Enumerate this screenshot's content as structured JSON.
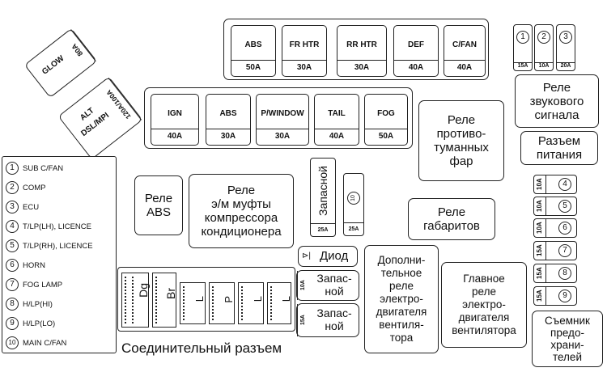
{
  "top_fuses": [
    {
      "name": "ABS",
      "amp": "50A"
    },
    {
      "name": "FR HTR",
      "amp": "30A"
    },
    {
      "name": "RR HTR",
      "amp": "30A"
    },
    {
      "name": "DEF",
      "amp": "40A"
    },
    {
      "name": "C/FAN",
      "amp": "40A"
    }
  ],
  "mid_fuses": [
    {
      "name": "IGN",
      "amp": "40A"
    },
    {
      "name": "ABS",
      "amp": "30A"
    },
    {
      "name": "P/WINDOW",
      "amp": "30A"
    },
    {
      "name": "TAIL",
      "amp": "40A"
    },
    {
      "name": "FOG",
      "amp": "50A"
    }
  ],
  "glow": {
    "name": "GLOW",
    "amp": "80A"
  },
  "alt": {
    "name_line1": "ALT",
    "name_line2": "DSL/MPI",
    "amp": "120A/100A"
  },
  "top_right_fuses": [
    {
      "num": "1",
      "amp": "15A"
    },
    {
      "num": "2",
      "amp": "10A"
    },
    {
      "num": "3",
      "amp": "20A"
    }
  ],
  "relays": {
    "horn": "Реле\nзвукового\nсигнала",
    "fog": "Реле\nпротиво-\nтуманных\nфар",
    "power_connector": "Разъем\nпитания",
    "abs": "Реле\nABS",
    "compressor": "Реле\nэ/м муфты\nкомпрессора\nкондиционера",
    "side_lights": "Реле\nгабаритов",
    "diode": "Диод",
    "spare1": "Запас-\nной",
    "spare2": "Запас-\nной",
    "add_fan": "Дополни-\nтельное\nреле\nэлектро-\nдвигателя\nвентиля-\nтора",
    "main_fan": "Главное\nреле\nэлектро-\nдвигателя\nвентилятора",
    "puller": "Съемник\nпредо-\nхрани-\nтелей"
  },
  "spare_vertical": {
    "label": "Запасной",
    "amp": "25A"
  },
  "fuse_10": {
    "num": "10",
    "amp": "25A"
  },
  "spare1_amp": "10A",
  "spare2_amp": "15A",
  "right_fuses": [
    {
      "num": "4",
      "amp": "10A"
    },
    {
      "num": "5",
      "amp": "10A"
    },
    {
      "num": "6",
      "amp": "10A"
    },
    {
      "num": "7",
      "amp": "15A"
    },
    {
      "num": "8",
      "amp": "15A"
    },
    {
      "num": "9",
      "amp": "15A"
    }
  ],
  "legend": [
    {
      "num": "1",
      "label": "SUB C/FAN"
    },
    {
      "num": "2",
      "label": "COMP"
    },
    {
      "num": "3",
      "label": "ECU"
    },
    {
      "num": "4",
      "label": "T/LP(LH), LICENCE"
    },
    {
      "num": "5",
      "label": "T/LP(RH), LICENCE"
    },
    {
      "num": "6",
      "label": "HORN"
    },
    {
      "num": "7",
      "label": "FOG LAMP"
    },
    {
      "num": "8",
      "label": "H/LP(HI)"
    },
    {
      "num": "9",
      "label": "H/LP(LO)"
    },
    {
      "num": "10",
      "label": "MAIN C/FAN"
    }
  ],
  "connector": {
    "label": "Соединительный разъем",
    "pins": [
      "Dg",
      "Br",
      "L",
      "P",
      "L",
      "L"
    ]
  }
}
